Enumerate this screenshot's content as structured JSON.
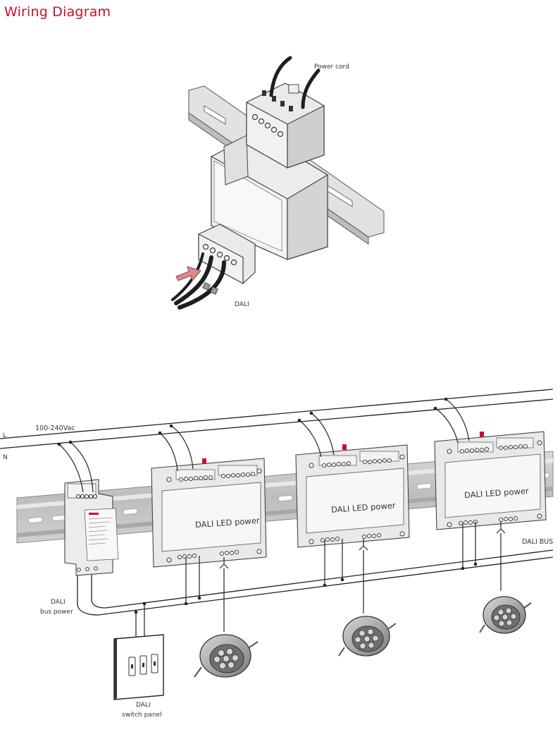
{
  "title": "Wiring Diagram",
  "top_figure": {
    "power_cord_label": "Power cord",
    "dali_label": "DALI"
  },
  "bottom_figure": {
    "line_l_label": "L",
    "line_n_label": "N",
    "voltage_label": "100-240Vac",
    "dali_bus_label": "DALI BUS",
    "bus_power_label_line1": "DALI",
    "bus_power_label_line2": "bus power",
    "switch_panel_label_line1": "DALI",
    "switch_panel_label_line2": "switch panel",
    "module_labels": [
      "DALI LED power",
      "DALI LED power",
      "DALI LED power"
    ]
  },
  "colors": {
    "title": "#c8102e",
    "arrow": "#d9898a",
    "module_body": "#e6e6e6",
    "rail": "#c8c8c8",
    "wire": "#222222"
  }
}
